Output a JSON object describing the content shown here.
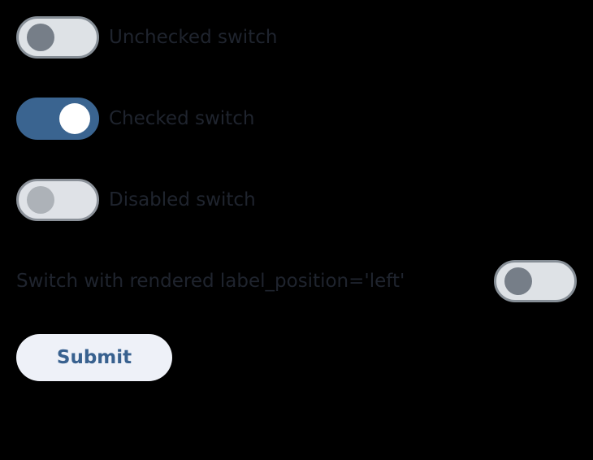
{
  "page": {
    "background_color": "#000000"
  },
  "switches": [
    {
      "label": "Unchecked switch",
      "state": "unchecked",
      "checked": false,
      "disabled": false,
      "label_position": "right",
      "track_color": "#dee2e6",
      "border_color": "#868e96",
      "knob_color": "#767e88"
    },
    {
      "label": "Checked switch",
      "state": "checked",
      "checked": true,
      "disabled": false,
      "label_position": "right",
      "track_color": "#3a6490",
      "border_color": "#3a6490",
      "knob_color": "#ffffff"
    },
    {
      "label": "Disabled switch",
      "state": "disabled",
      "checked": false,
      "disabled": true,
      "label_position": "right",
      "track_color": "#dfe2e7",
      "border_color": "#8b9199",
      "knob_color": "#adb2b8"
    },
    {
      "label": "Switch with rendered label_position='left'",
      "state": "unchecked",
      "checked": false,
      "disabled": false,
      "label_position": "left",
      "track_color": "#dee2e6",
      "border_color": "#868e96",
      "knob_color": "#767e88"
    }
  ],
  "submit": {
    "label": "Submit",
    "background_color": "#eef1f8",
    "text_color": "#38618f"
  },
  "label_color": "#1f242e"
}
